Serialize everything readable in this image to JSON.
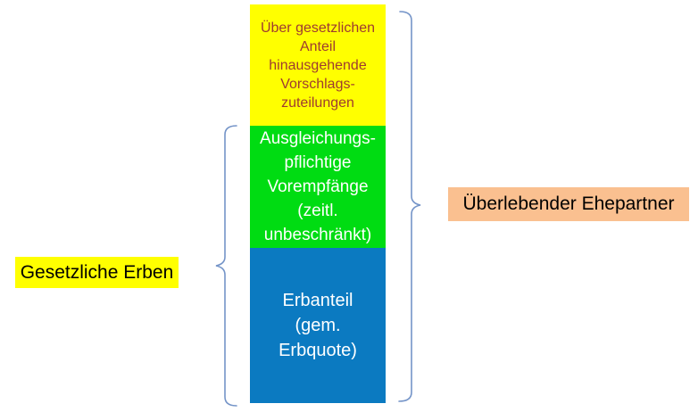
{
  "background": "#FFFFFF",
  "stack": {
    "segments": [
      {
        "name": "vorschlagszuteilungen",
        "lines": [
          "Über gesetzlichen",
          "Anteil",
          "hinausgehende",
          "Vorschlags-",
          "zuteilungen"
        ],
        "fill": "#FFFF00",
        "text_color": "#9E3B30"
      },
      {
        "name": "vorempfaenge",
        "lines": [
          "Ausgleichungs-",
          "pflichtige",
          "Vorempfänge",
          "(zeitl.",
          "unbeschränkt)"
        ],
        "fill": "#00DC12",
        "text_color": "#FFFFFF"
      },
      {
        "name": "erbanteil",
        "lines": [
          "Erbanteil",
          "(gem.",
          "Erbquote)"
        ],
        "fill": "#0B7AC1",
        "text_color": "#FFFFFF"
      }
    ]
  },
  "labels": {
    "left": {
      "text": "Gesetzliche Erben",
      "highlight": "#FFFF00",
      "text_color": "#000000"
    },
    "right": {
      "text": "Überlebender Ehepartner",
      "highlight": "#FAC090",
      "text_color": "#000000"
    }
  },
  "braces": {
    "color": "#7494C8",
    "left_spans": "Ausgleichungspflichtige Vorempfänge + Erbanteil",
    "right_spans": "alle drei Segmente"
  }
}
